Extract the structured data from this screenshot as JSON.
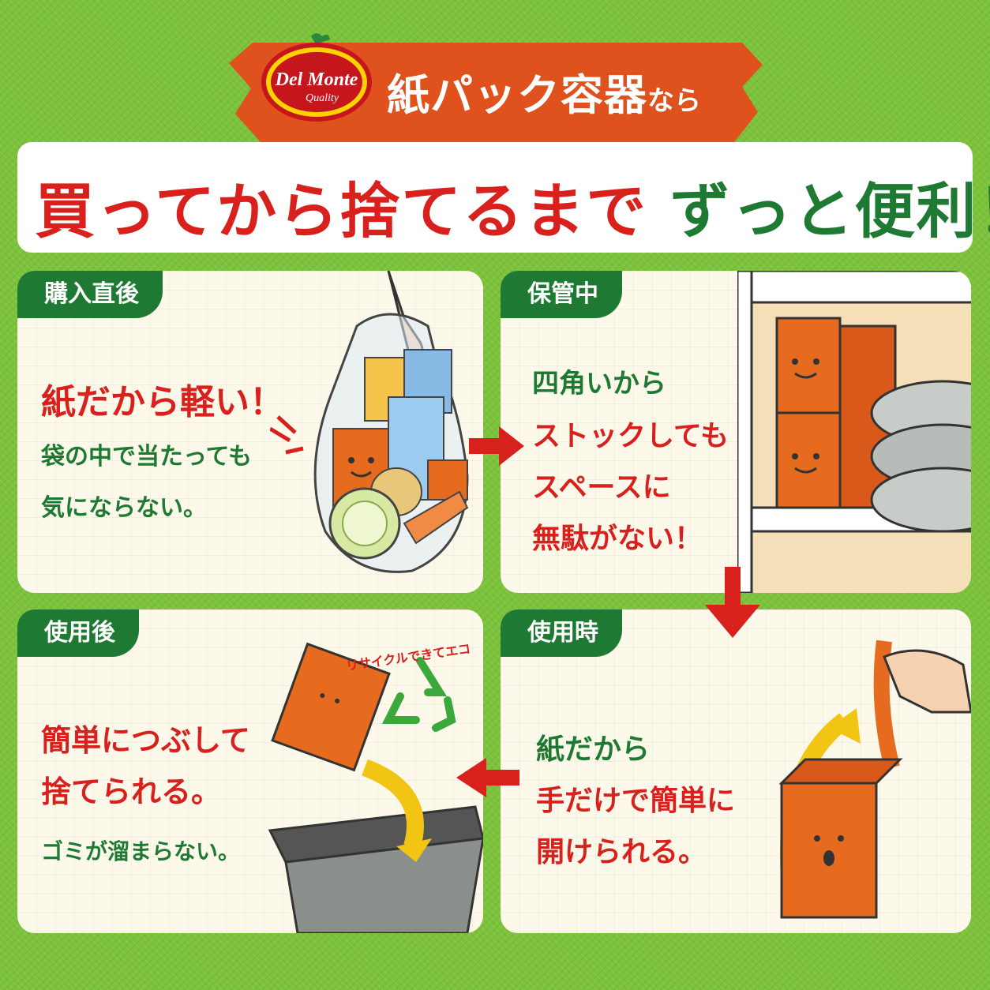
{
  "banner": {
    "logo_line1": "Del Monte",
    "logo_line2": "Quality",
    "title_big": "紙パック容器",
    "title_small": "なら"
  },
  "headline": {
    "part_red": "買ってから捨てるまで",
    "part_green": "ずっと便利！"
  },
  "panels": [
    {
      "tag": "購入直後",
      "main": "紙だから軽い！",
      "sub1": "袋の中で当たっても",
      "sub2": "気にならない。"
    },
    {
      "tag": "保管中",
      "line1": "四角いから",
      "line2": "ストックしても",
      "line3": "スペースに",
      "line4": "無駄がない！"
    },
    {
      "tag": "使用後",
      "line1": "簡単につぶして",
      "line2": "捨てられる。",
      "sub": "ゴミが溜まらない。",
      "recycle_label": "リサイクルできてエコ"
    },
    {
      "tag": "使用時",
      "line1": "紙だから",
      "line2": "手だけで簡単に",
      "line3": "開けられる。"
    }
  ],
  "colors": {
    "background_green": "#7cc23a",
    "banner_orange": "#e0521d",
    "accent_red": "#d8211d",
    "accent_green": "#1e7a32",
    "carton_orange": "#e66b1f"
  }
}
